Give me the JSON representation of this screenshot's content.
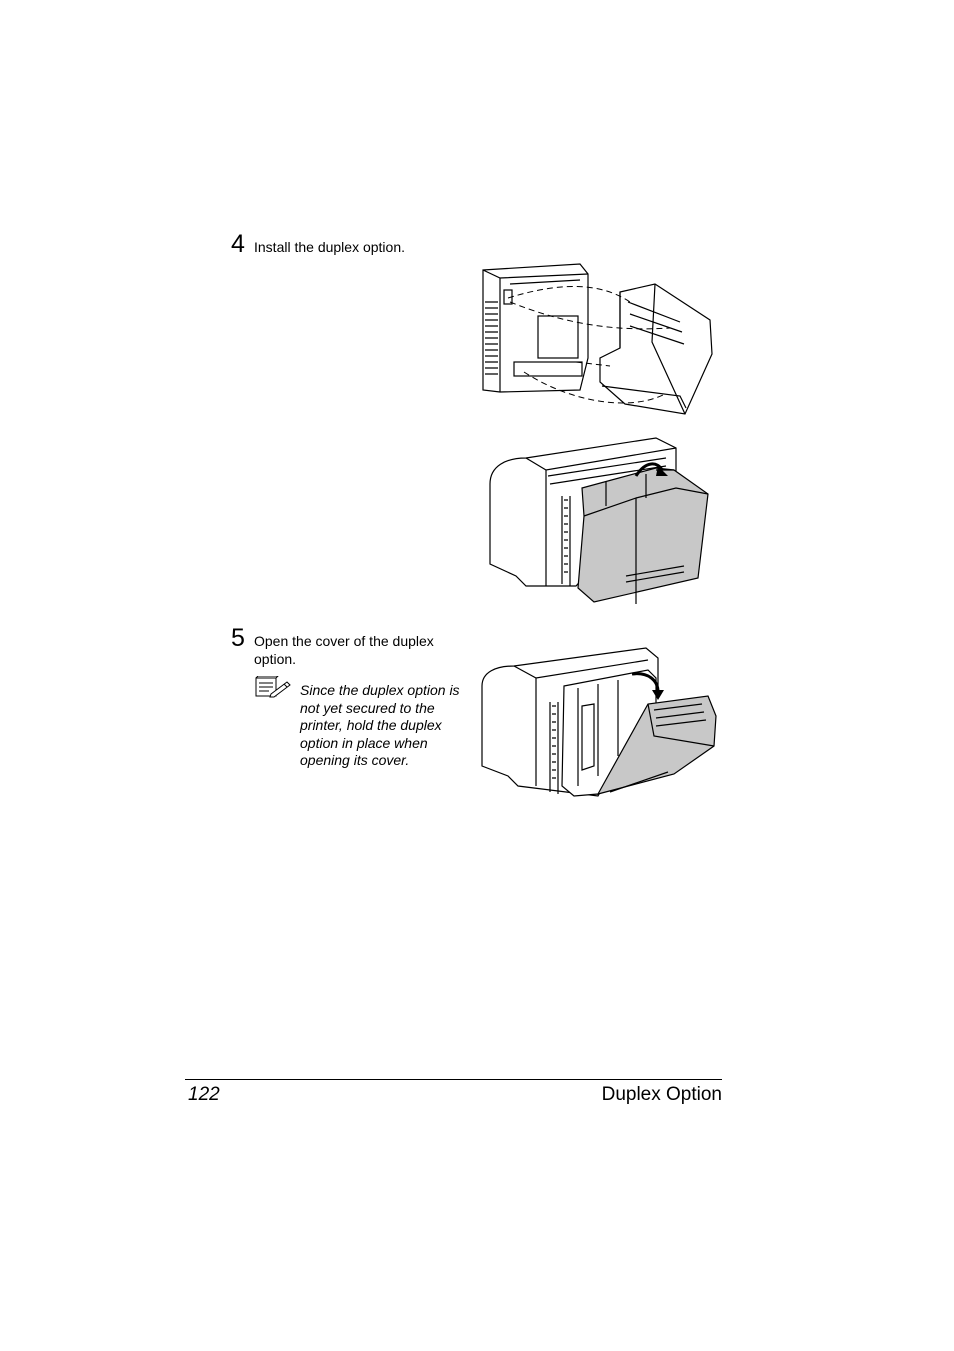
{
  "steps": [
    {
      "number": "4",
      "text": "Install the duplex option."
    },
    {
      "number": "5",
      "text_line1": "Open the cover of the duplex",
      "text_line2": "option.",
      "note": [
        "Since the duplex option is",
        "not yet secured to the",
        "printer, hold the duplex",
        "option in place when",
        "opening its cover."
      ]
    }
  ],
  "icons": {
    "note": "note-pad-pencil-icon"
  },
  "footer": {
    "page_number": "122",
    "section_title": "Duplex Option"
  },
  "colors": {
    "duplex_unit_fill": "#c8c8c8",
    "line": "#000000"
  }
}
